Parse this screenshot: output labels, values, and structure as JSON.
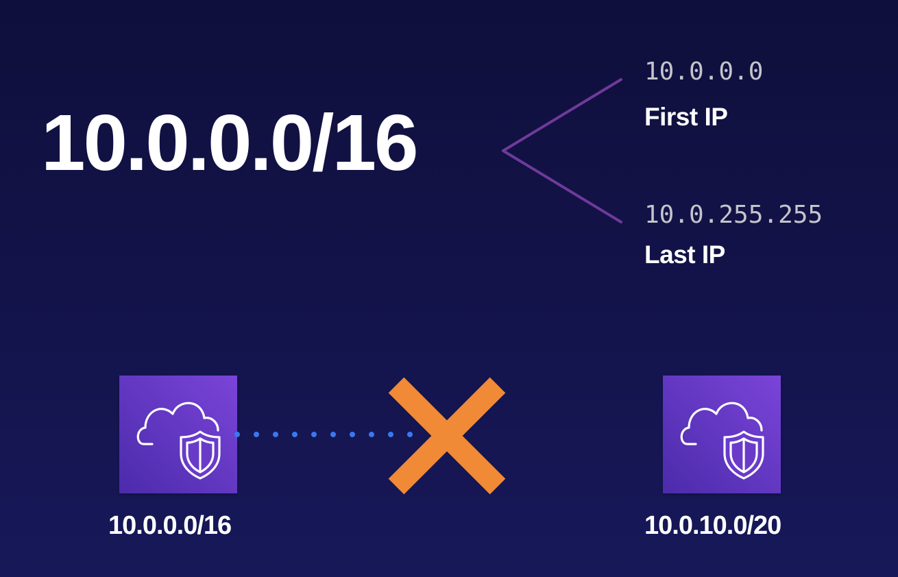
{
  "cidr": "10.0.0.0/16",
  "range": {
    "first": {
      "ip": "10.0.0.0",
      "caption": "First IP"
    },
    "last": {
      "ip": "10.0.255.255",
      "caption": "Last IP"
    }
  },
  "vpcs": [
    {
      "label": "10.0.0.0/16",
      "icon": "vpc-cloud-shield-icon"
    },
    {
      "label": "10.0.10.0/20",
      "icon": "vpc-cloud-shield-icon"
    }
  ],
  "connection": {
    "status": "blocked",
    "icon": "cross-icon"
  },
  "colors": {
    "background": "#13134a",
    "accent_line": "#6f3a9a",
    "vpc_tile": "#6a3bc9",
    "dots": "#3a78f0",
    "cross": "#f08a36"
  }
}
